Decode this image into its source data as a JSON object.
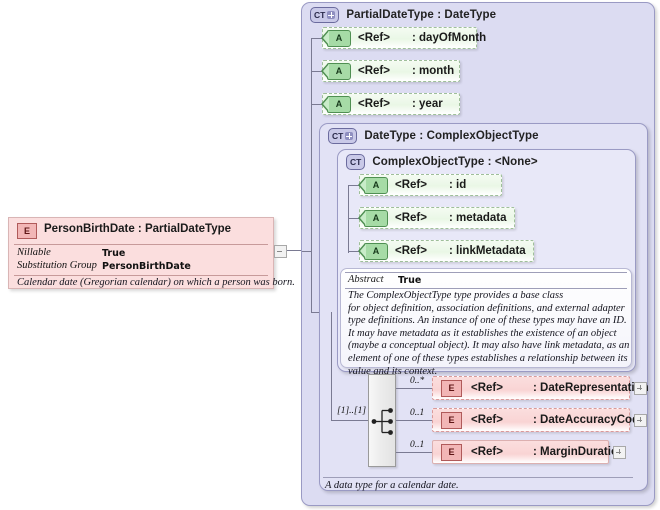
{
  "diagram": {
    "kind": "xsd-schema-diagram",
    "colors": {
      "panel_bg": "#dcdcf2",
      "panel_border": "#9a9ac4",
      "attribute_bg": "#eaf7e6",
      "attribute_border": "#9fbf9a",
      "element_bg": "#f9d4d4",
      "element_border": "#d99a9a",
      "left_box_bg": "#fbdede"
    }
  },
  "left_element": {
    "badge": "E",
    "badge_icon": "element-icon",
    "title": "PersonBirthDate : PartialDateType",
    "properties": [
      {
        "key": "Nillable",
        "value": "True"
      },
      {
        "key": "Substitution Group",
        "value": "PersonBirthDate"
      }
    ],
    "documentation": "Calendar date (Gregorian calendar) on which a person was born."
  },
  "connector": {
    "collapse_icon": "minus-box-icon"
  },
  "outer_panel": {
    "badge": "CT",
    "badge_icon": "complextype-expand-icon",
    "title": "PartialDateType : DateType",
    "attributes": [
      {
        "badge": "A",
        "ref": "<Ref>",
        "name": ": dayOfMonth"
      },
      {
        "badge": "A",
        "ref": "<Ref>",
        "name": ": month"
      },
      {
        "badge": "A",
        "ref": "<Ref>",
        "name": ": year"
      }
    ],
    "footnote": "A data type for a calendar date."
  },
  "date_type_panel": {
    "badge": "CT",
    "badge_icon": "complextype-expand-icon",
    "title": "DateType : ComplexObjectType"
  },
  "complex_object_type_panel": {
    "badge": "CT",
    "badge_icon": "complextype-icon",
    "title": "ComplexObjectType : <None>",
    "attributes": [
      {
        "badge": "A",
        "ref": "<Ref>",
        "name": ": id"
      },
      {
        "badge": "A",
        "ref": "<Ref>",
        "name": ": metadata"
      },
      {
        "badge": "A",
        "ref": "<Ref>",
        "name": ": linkMetadata"
      }
    ],
    "annotation": {
      "label": "Abstract",
      "value": "True",
      "lines": [
        "The ComplexObjectType type provides a base class",
        "for object definition, association definitions, and external adapter",
        "type definitions. An instance of one of these types may have an ID.",
        "It may have metadata as it establishes the existence of an object",
        "(maybe a conceptual object). It may also have link metadata, as an",
        "element of one of these types establishes a relationship between its",
        "value and its context."
      ]
    }
  },
  "sequence": {
    "icon": "sequence-compositor-icon",
    "cardinality": "[1]..[1]",
    "children": [
      {
        "occurs": "0..*",
        "badge": "E",
        "ref": "<Ref>",
        "name": ": DateRepresentation",
        "expand": "plus-box-icon"
      },
      {
        "occurs": "0..1",
        "badge": "E",
        "ref": "<Ref>",
        "name": ": DateAccuracyCode",
        "expand": "plus-box-icon"
      },
      {
        "occurs": "0..1",
        "badge": "E",
        "ref": "<Ref>",
        "name": ": MarginDuration",
        "expand": "plus-box-icon"
      }
    ]
  }
}
